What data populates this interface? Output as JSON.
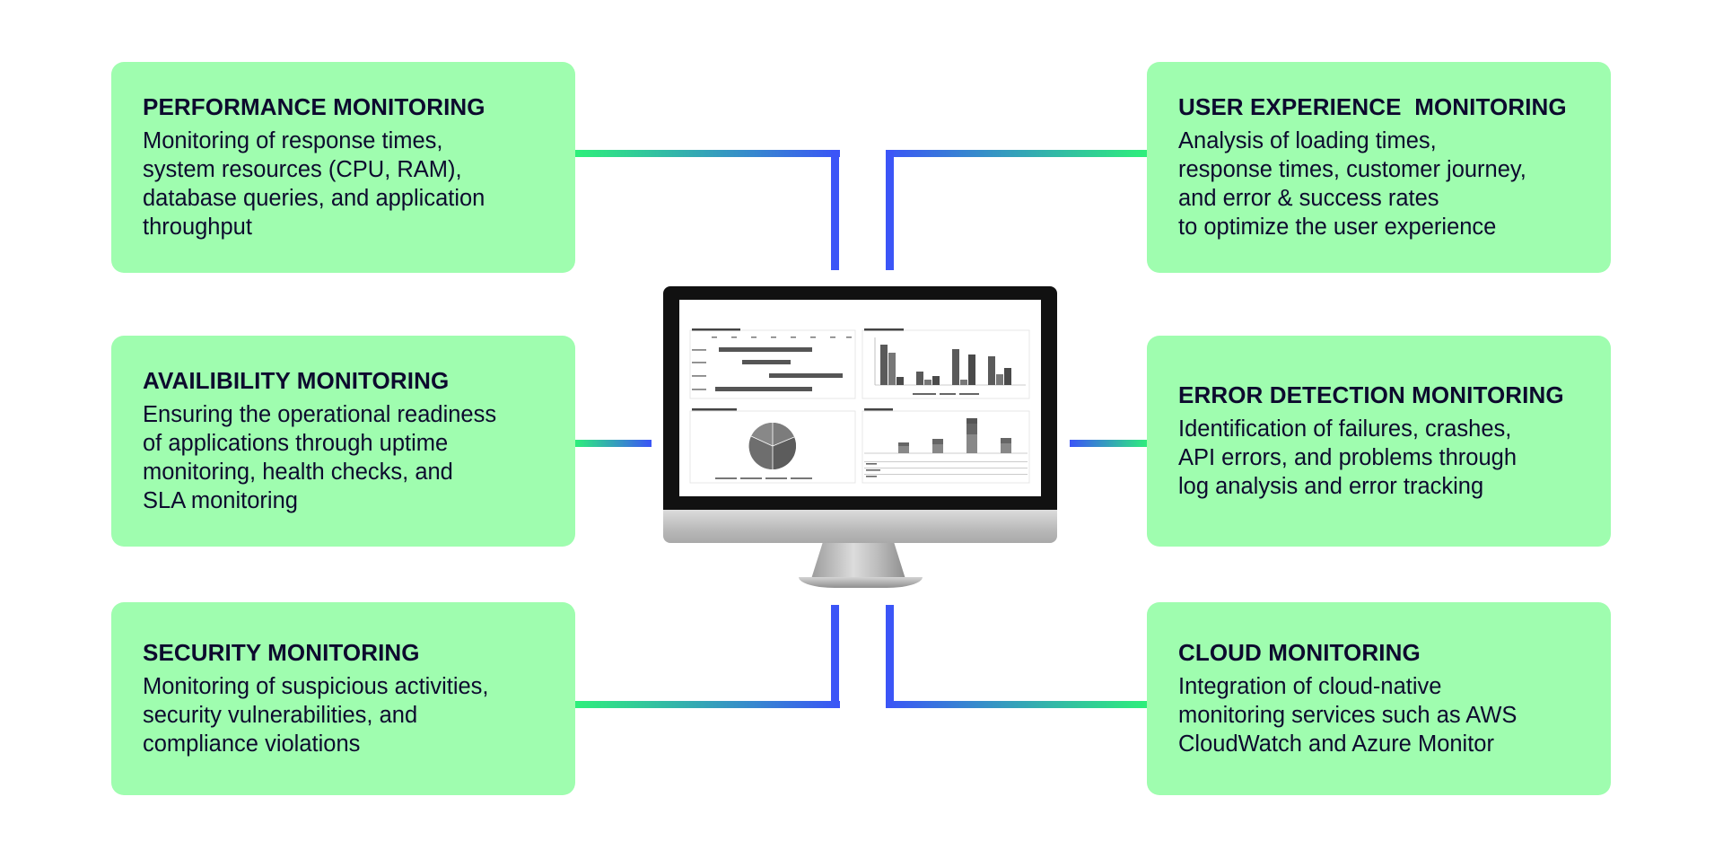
{
  "cards": {
    "performance": {
      "title": "PERFORMANCE MONITORING",
      "body": "Monitoring of response times,\nsystem resources (CPU, RAM),\ndatabase queries, and application\nthroughput"
    },
    "availability": {
      "title": "AVAILIBILITY MONITORING",
      "body": "Ensuring the operational readiness\nof applications through uptime\nmonitoring, health checks, and\nSLA monitoring"
    },
    "security": {
      "title": "SECURITY MONITORING",
      "body": "Monitoring of suspicious activities,\nsecurity vulnerabilities, and\ncompliance violations"
    },
    "user_experience": {
      "title": "USER EXPERIENCE  MONITORING",
      "body": "Analysis of loading times,\nresponse times, customer journey,\nand error & success rates\nto optimize the user experience"
    },
    "error_detection": {
      "title": "ERROR DETECTION MONITORING",
      "body": "Identification of failures, crashes,\nAPI errors, and problems through\nlog analysis and error tracking"
    },
    "cloud": {
      "title": "CLOUD MONITORING",
      "body": "Integration of cloud-native\nmonitoring services such as AWS\nCloudWatch and Azure Monitor"
    }
  },
  "colors": {
    "card_background": "#9ffdaf",
    "text": "#0d0a2e",
    "connector_green": "#2ef07a",
    "connector_blue": "#3b55f7"
  },
  "icons": {
    "center": "monitor-dashboard-icon"
  }
}
